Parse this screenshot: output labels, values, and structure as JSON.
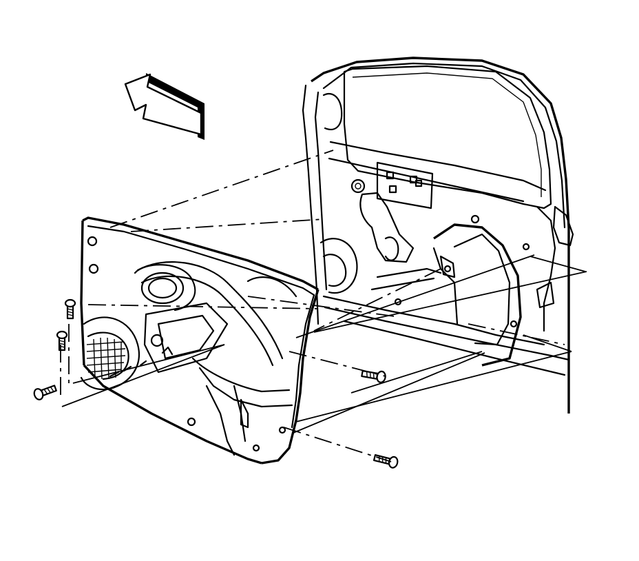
{
  "diagram": {
    "direction_icon": "front-arrow-icon",
    "stroke_color": "#000000",
    "background_color": "#ffffff",
    "parts": [
      "door-frame",
      "trim-panel",
      "speaker",
      "screw",
      "clip",
      "callout-line"
    ]
  }
}
